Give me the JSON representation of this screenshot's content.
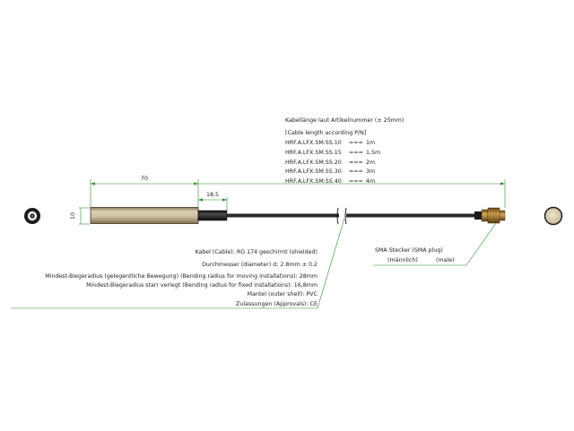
{
  "dimensions": {
    "total_length": "70",
    "sleeve_length": "18,5",
    "diameter": "10"
  },
  "length_info": {
    "title": "Kabellänge laut Artikelnummer (± 25mm)",
    "subtitle": "[Cable length according P/N]",
    "variants": [
      {
        "pn": "HRF.A.LFX.SM.SS.10",
        "len": "1m"
      },
      {
        "pn": "HRF.A.LFX.SM.SS.15",
        "len": "1,5m"
      },
      {
        "pn": "HRF.A.LFX.SM.SS.20",
        "len": "2m"
      },
      {
        "pn": "HRF.A.LFX.SM.SS.30",
        "len": "3m"
      },
      {
        "pn": "HRF.A.LFX.SM.SS.40",
        "len": "4m"
      }
    ],
    "arrow": "==="
  },
  "specs": {
    "cable": "Kabel (Cable): RG 174 geschirmt (shielded)",
    "diameter": "Durchmesser (diameter) d:  2.8mm ± 0.2",
    "bend_moving": "Mindest-Biegeradius (gelegentliche Bewegung) (Bending radius for moving installations): 28mm",
    "bend_fixed": "Mindest-Biegeradius starr verlegt (Bending radius for fixed installations): 16,8mm",
    "sheath": "Mantel (outer shell): PVC",
    "approvals": "Zulassungen (Approvals): CE"
  },
  "connector": {
    "line1": "SMA Stecker (SMA plug)",
    "male_de": "(männlich)",
    "male_en": "(male)"
  },
  "colors": {
    "dimension_line": "#2e8b2e",
    "body_tan": "#cbbf9f",
    "cable": "#2a2a2a",
    "sma_brass": "#b78a3c"
  }
}
